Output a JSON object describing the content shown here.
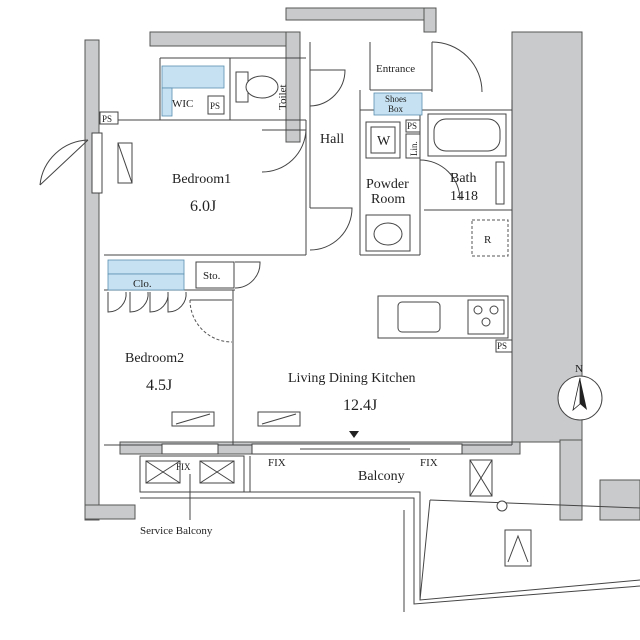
{
  "rooms": {
    "bedroom1": {
      "name": "Bedroom1",
      "size": "6.0J"
    },
    "bedroom2": {
      "name": "Bedroom2",
      "size": "4.5J"
    },
    "ldk": {
      "name": "Living Dining Kitchen",
      "size": "12.4J"
    },
    "hall": "Hall",
    "entrance": "Entrance",
    "toilet": "Toilet",
    "wic": "WIC",
    "powder_room_line1": "Powder",
    "powder_room_line2": "Room",
    "bath_line1": "Bath",
    "bath_line2": "1418",
    "shoes_box_line1": "Shoes",
    "shoes_box_line2": "Box",
    "lin": "Lin.",
    "washer": "W",
    "closet": "Clo.",
    "storage": "Sto.",
    "refrigerator": "R",
    "balcony": "Balcony",
    "service_balcony": "Service Balcony"
  },
  "labels": {
    "ps": "PS",
    "fix": "FIX",
    "partial_fix": "FIX",
    "compass_north": "N"
  }
}
